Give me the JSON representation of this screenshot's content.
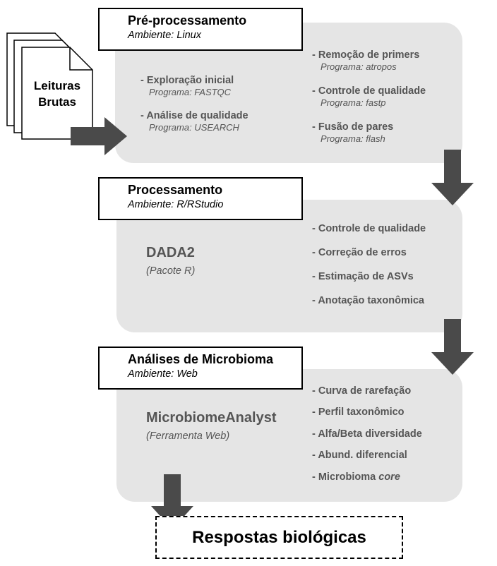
{
  "input": {
    "line1": "Leituras",
    "line2": "Brutas"
  },
  "stage1": {
    "title": "Pré-processamento",
    "env": "Ambiente: Linux",
    "left_steps": [
      {
        "label": "- Exploração inicial",
        "program": "Programa: FASTQC"
      },
      {
        "label": "- Análise de qualidade",
        "program": "Programa: USEARCH"
      }
    ],
    "right_steps": [
      {
        "label": "- Remoção de primers",
        "program": "Programa: atropos"
      },
      {
        "label": "- Controle de qualidade",
        "program": "Programa: fastp"
      },
      {
        "label": "- Fusão de pares",
        "program": "Programa: flash"
      }
    ]
  },
  "stage2": {
    "title": "Processamento",
    "env": "Ambiente: R/RStudio",
    "tool": "DADA2",
    "tool_sub": "(Pacote R)",
    "steps": [
      "- Controle de qualidade",
      "- Correção de erros",
      "- Estimação de ASVs",
      "- Anotação taxonômica"
    ]
  },
  "stage3": {
    "title": "Análises de Microbioma",
    "env": "Ambiente: Web",
    "tool": "MicrobiomeAnalyst",
    "tool_sub": "(Ferramenta Web)",
    "steps": [
      "- Curva de rarefação",
      "- Perfil taxonômico",
      "- Alfa/Beta diversidade",
      "- Abund. diferencial"
    ],
    "last_step_prefix": "- Microbioma ",
    "last_step_italic": "core"
  },
  "output": {
    "label": "Respostas biológicas"
  },
  "colors": {
    "panel": "#e5e5e5",
    "arrow": "#4a4a4a",
    "step_text": "#555555"
  }
}
